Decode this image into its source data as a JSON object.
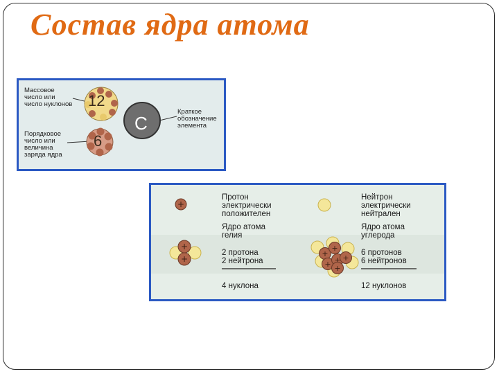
{
  "slide": {
    "title": "Состав ядра атома"
  },
  "panel1": {
    "mass_label": [
      "Массовое",
      "число или",
      "число нуклонов"
    ],
    "charge_label": [
      "Порядковое",
      "число или",
      "величина",
      "заряда ядра"
    ],
    "symbol_label": [
      "Краткое",
      "обозначение",
      "элемента"
    ],
    "mass_number": "12",
    "atomic_number": "6",
    "symbol": "C"
  },
  "panel2": {
    "proton": [
      "Протон",
      "электрически",
      "положителен"
    ],
    "neutron": [
      "Нейтрон",
      "электрически",
      "нейтрален"
    ],
    "helium": [
      "Ядро атома",
      "гелия"
    ],
    "carbon": [
      "Ядро атома",
      "углерода"
    ],
    "helium_count": [
      "2 протона",
      "2 нейтрона"
    ],
    "carbon_count": [
      "6 протонов",
      "6 нейтронов"
    ],
    "helium_total": "4 нуклона",
    "carbon_total": "12 нуклонов"
  },
  "colors": {
    "title": "#e06a14",
    "panel_border": "#2b59c3",
    "proton": "#b0654a",
    "neutron": "#f4e79a",
    "symbol_circle": "#6e6e6e"
  }
}
